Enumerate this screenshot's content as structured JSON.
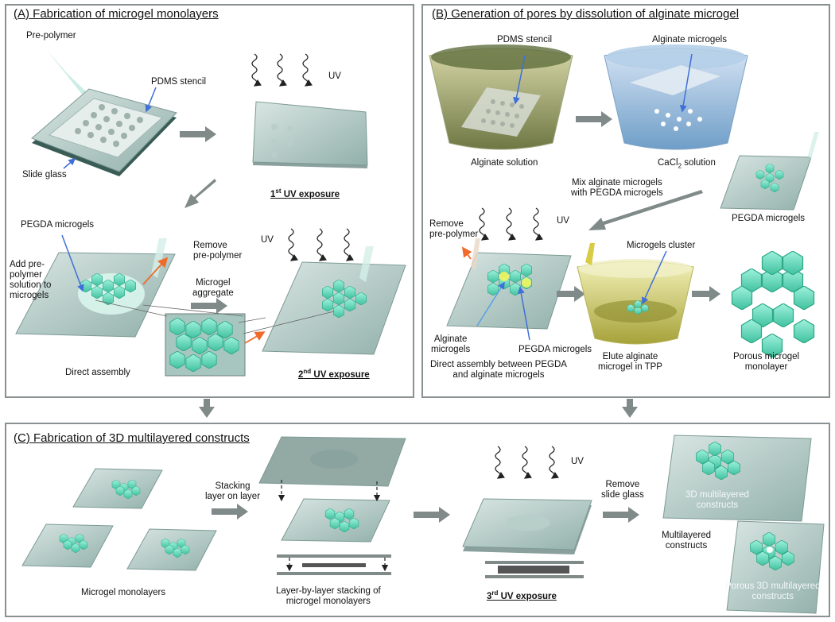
{
  "panel_a": {
    "title": "(A) Fabrication of microgel monolayers",
    "pre_polymer": "Pre-polymer",
    "pdms_stencil": "PDMS stencil",
    "slide_glass": "Slide glass",
    "uv": "UV",
    "uv_exposure_1": "1st UV exposure",
    "pegda_microgels": "PEGDA microgels",
    "add_solution": "Add pre-\npolymer\nsolution to\nmicrogels",
    "remove_pre_polymer": "Remove\npre-polymer",
    "microgel_aggregate": "Microgel\naggregate",
    "direct_assembly": "Direct assembly",
    "uv_exposure_2": "2nd UV exposure"
  },
  "panel_b": {
    "title": "(B) Generation of pores by dissolution of alginate microgel",
    "pdms_stencil": "PDMS stencil",
    "alginate_microgels": "Alginate microgels",
    "alginate_solution": "Alginate solution",
    "cacl2_solution": "CaCl2 solution",
    "mix_text": "Mix alginate microgels\nwith PEGDA microgels",
    "pegda_microgels": "PEGDA microgels",
    "remove_pre_polymer": "Remove\npre-polymer",
    "uv": "UV",
    "microgels_cluster": "Microgels cluster",
    "alginate_microgels_2": "Alginate\nmicrogels",
    "pegda_microgels_2": "PEGDA microgels",
    "direct_assembly_text": "Direct assembly between PEGDA\nand alginate microgels",
    "elute_text": "Elute alginate\nmicrogel in TPP",
    "porous_monolayer": "Porous microgel\nmonolayer"
  },
  "panel_c": {
    "title": "(C) Fabrication of 3D multilayered constructs",
    "microgel_monolayers": "Microgel monolayers",
    "stacking": "Stacking\nlayer on layer",
    "lbl_stacking": "Layer-by-layer stacking of\nmicrogel monolayers",
    "uv": "UV",
    "uv_exposure_3": "3rd UV exposure",
    "remove_slide_glass": "Remove\nslide glass",
    "constructs_3d": "3D multilayered\nconstructs",
    "multilayered_constructs": "Multilayered\nconstructs",
    "porous_constructs": "Porous 3D multilayered\nconstructs"
  },
  "colors": {
    "arrow": "#7f8a89",
    "panel_border": "#8a9192",
    "slide": "#a9c2bd",
    "gel": "#5fd6b8",
    "pointer_blue": "#3f6fd8",
    "pointer_orange": "#f06a2a"
  }
}
